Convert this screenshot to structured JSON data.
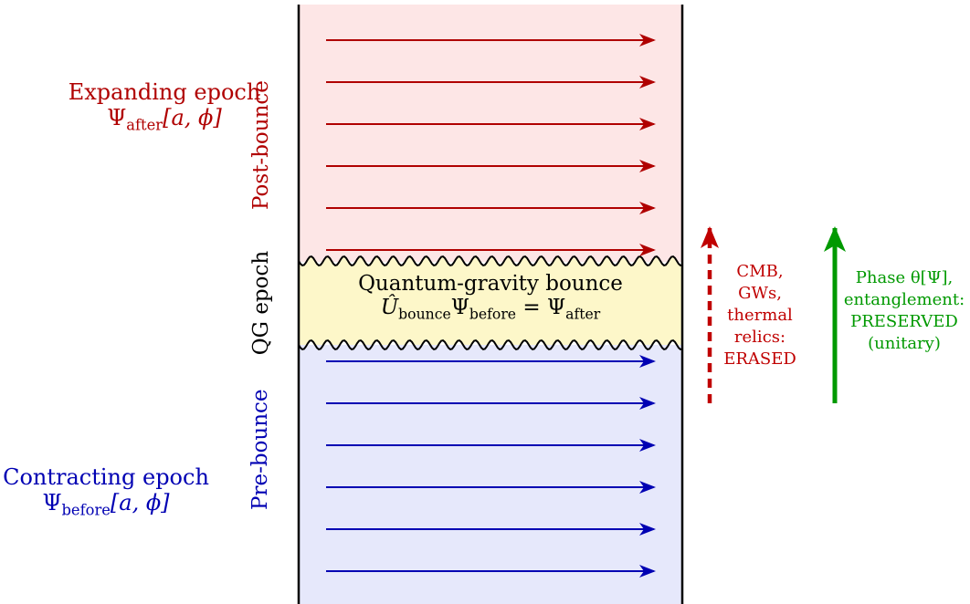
{
  "regions": {
    "post_bounce": {
      "label": "Post-bounce",
      "color": "#b00000",
      "fill": "#fde6e6"
    },
    "qg_epoch": {
      "label": "QG epoch",
      "color": "#000000",
      "fill": "#fdf7c9"
    },
    "pre_bounce": {
      "label": "Pre-bounce",
      "color": "#0000b3",
      "fill": "#e6e8fb"
    }
  },
  "expanding": {
    "title": "Expanding epoch",
    "psi": "Ψ",
    "psi_sub": "after",
    "args": "[a, ϕ]"
  },
  "contracting": {
    "title": "Contracting epoch",
    "psi": "Ψ",
    "psi_sub": "before",
    "args": "[a, ϕ]"
  },
  "bounce": {
    "title": "Quantum-gravity bounce",
    "op": "Û",
    "op_sub": "bounce",
    "psi1": "Ψ",
    "psi1_sub": "before",
    "eq": " = ",
    "psi2": "Ψ",
    "psi2_sub": "after"
  },
  "erased": {
    "lines": [
      "CMB,",
      "GWs,",
      "thermal",
      "relics:",
      "ERASED"
    ],
    "color": "#c00000"
  },
  "preserved": {
    "lines": [
      "Phase θ[Ψ],",
      "entanglement:",
      "PRESERVED",
      "(unitary)"
    ],
    "color": "#009900"
  },
  "arrows": {
    "red_count": 6,
    "blue_count": 6,
    "red_color": "#b00000",
    "blue_color": "#0000b3"
  }
}
